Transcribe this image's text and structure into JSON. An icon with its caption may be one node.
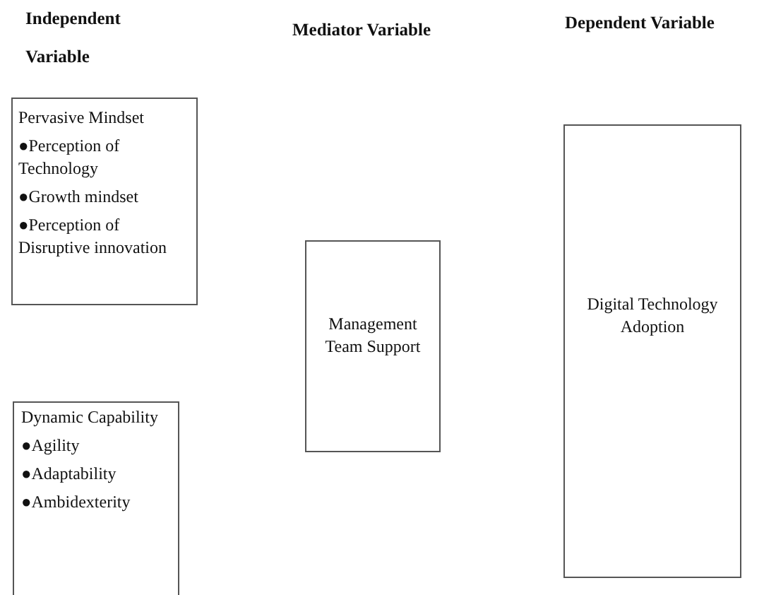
{
  "diagram": {
    "nodes": [
      {
        "text": [
          "Pervasive Mindset",
          "●Perception of Technology",
          "●Growth mindset",
          "●Perception of Disruptive innovation"
        ]
      },
      {
        "text": [
          "Dynamic Capability",
          "●Agility",
          "●Adaptability",
          "●Ambidexterity"
        ]
      },
      {
        "text": [
          "Management Team Support"
        ]
      },
      {
        "text": [
          "Digital Technology Adoption"
        ]
      }
    ],
    "edges": [],
    "labels": [
      "Independent Variable",
      "Mediator Variable",
      "Dependent Variable"
    ]
  }
}
